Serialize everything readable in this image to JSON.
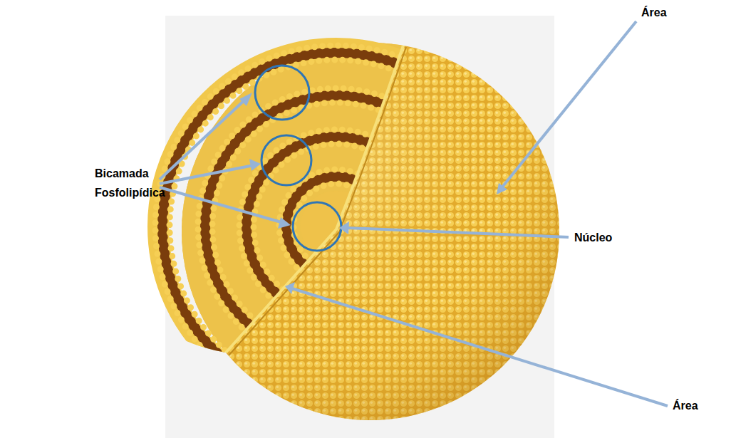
{
  "diagram": {
    "labels": [
      "Área",
      "Bicamada Fosfolipídica",
      "Núcleo",
      "Área"
    ]
  }
}
